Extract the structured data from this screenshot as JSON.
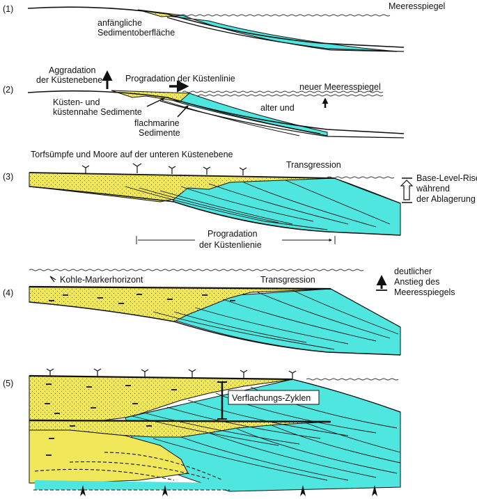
{
  "colors": {
    "sediment": "#f0e85a",
    "sea": "#4fe6e0",
    "line": "#1a1a1a",
    "dots": "#555533"
  },
  "panels": [
    {
      "number": "(1)",
      "labels": {
        "sea_level": "Meeresspiegel",
        "initial_surface": "anfängliche\nSedimentoberfläche"
      }
    },
    {
      "number": "(2)",
      "labels": {
        "aggradation": "Aggradation\nder Küstenebene",
        "progradation": "Progradation der Küstenlinie",
        "new_sea_level": "neuer Meeresspiegel",
        "old_and": "alter und",
        "coastal_sediments": "Küsten- und\nküstennahe Sedimente",
        "shallow_marine": "flachmarine\nSedimente"
      }
    },
    {
      "number": "(3)",
      "labels": {
        "peat_swamps": "Torfsümpfe und Moore auf der unteren Küstenebene",
        "transgression": "Transgression",
        "base_level_rise": "Base-Level-Rise\nwährend\nder Ablagerung",
        "progradation": "Progradation\nder Küstenlienie"
      }
    },
    {
      "number": "(4)",
      "labels": {
        "coal_marker": "Kohle-Markerhorizont",
        "transgression": "Transgression",
        "sea_level_rise": "deutlicher\nAnstieg des\nMeeresspiegels"
      }
    },
    {
      "number": "(5)",
      "labels": {
        "shallowing_cycles": "Verflachungs-Zyklen"
      }
    }
  ]
}
